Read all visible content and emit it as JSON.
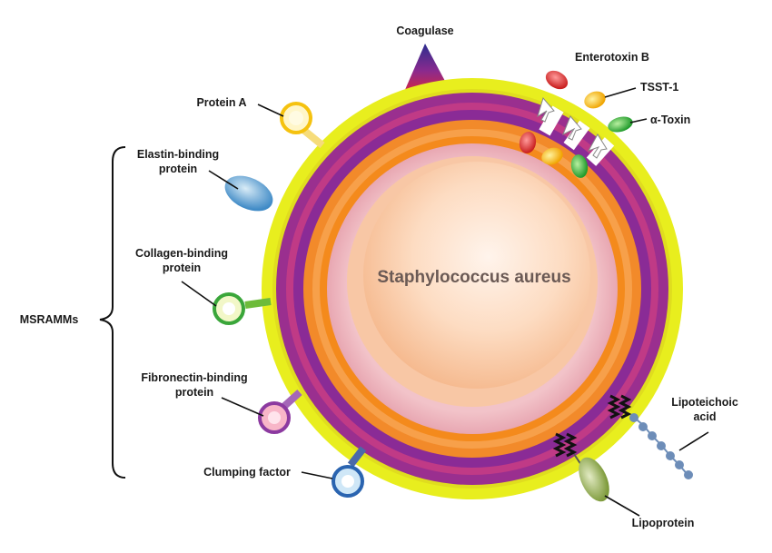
{
  "cell": {
    "name": "Staphylococcus aureus"
  },
  "labels": {
    "coagulase": "Coagulase",
    "enterotoxin_b": "Enterotoxin B",
    "tsst1": "TSST-1",
    "alpha_toxin": "α-Toxin",
    "protein_a": "Protein A",
    "elastin_1": "Elastin-binding",
    "elastin_2": "protein",
    "collagen_1": "Collagen-binding",
    "collagen_2": "protein",
    "msramms": "MSRAMMs",
    "fibronectin_1": "Fibronectin-binding",
    "fibronectin_2": "protein",
    "clumping": "Clumping factor",
    "lipoteichoic_1": "Lipoteichoic",
    "lipoteichoic_2": "acid",
    "lipoprotein": "Lipoprotein"
  },
  "colors": {
    "outer_ring": "#e8ee1e",
    "purple_ring": "#8c2c96",
    "orange_ring": "#f7921e",
    "inner_fill": "#fde3cf",
    "title_text": "#6b5a55"
  }
}
